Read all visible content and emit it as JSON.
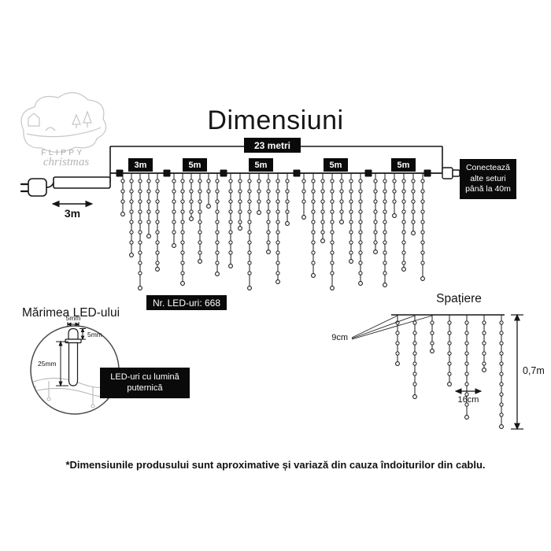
{
  "title": "Dimensiuni",
  "logo": {
    "line1": "FLIPPY",
    "line2": "christmas"
  },
  "diagram": {
    "total_length": "23 metri",
    "segments": [
      "3m",
      "5m",
      "5m",
      "5m",
      "5m"
    ],
    "lead_length": "3m",
    "connect_note": "Conectează alte seturi până la 40m",
    "led_count": "Nr. LED-uri: 668"
  },
  "led_size": {
    "title": "Mărimea LED-ului",
    "dim_width": "5mm",
    "dim_height": "5mm",
    "dim_length": "25mm",
    "note": "LED-uri cu lumină puternică"
  },
  "spacing": {
    "title": "Spațiere",
    "drop_spacing": "9cm",
    "led_spacing": "16cm",
    "drop_length": "0,7m"
  },
  "footer": "*Dimensiunile produsului sunt aproximative și variază din cauza îndoiturilor din cablu.",
  "colors": {
    "ink": "#161616",
    "box_bg": "#0a0a0a",
    "box_text": "#ffffff",
    "sketch": "#c6c6c6"
  }
}
